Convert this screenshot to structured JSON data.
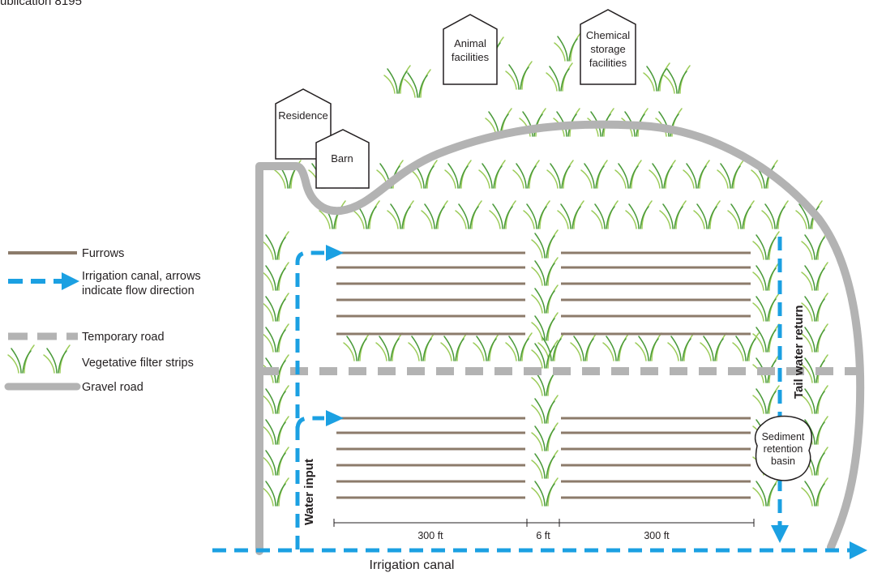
{
  "publication": "ublication 8195",
  "buildings": {
    "animal": [
      "Animal",
      "facilities"
    ],
    "chemical": [
      "Chemical",
      "storage",
      "facilities"
    ],
    "residence": [
      "Residence"
    ],
    "barn": [
      "Barn"
    ]
  },
  "legend": {
    "furrows": "Furrows",
    "canal_line1": "Irrigation canal, arrows",
    "canal_line2": "indicate flow direction",
    "temp_road": "Temporary road",
    "veg_strips": "Vegetative filter strips",
    "gravel_road": "Gravel road"
  },
  "labels": {
    "water_input": "Water input",
    "tail_water_return": "Tail water return",
    "sediment_basin": [
      "Sediment",
      "retention",
      "basin"
    ],
    "irrigation_canal": "Irrigation canal"
  },
  "dimensions": {
    "left_field": "300 ft",
    "gap": "6 ft",
    "right_field": "300 ft"
  },
  "colors": {
    "furrow": "#8c7b6b",
    "canal": "#1ba0e2",
    "road": "#b3b3b3",
    "grass_dark": "#4a9a3a",
    "grass_light": "#9ccc5a",
    "outline": "#231f20"
  },
  "icons": {
    "grass": "grass-tuft-icon",
    "arrow": "flow-arrow-icon",
    "building": "building-icon"
  }
}
